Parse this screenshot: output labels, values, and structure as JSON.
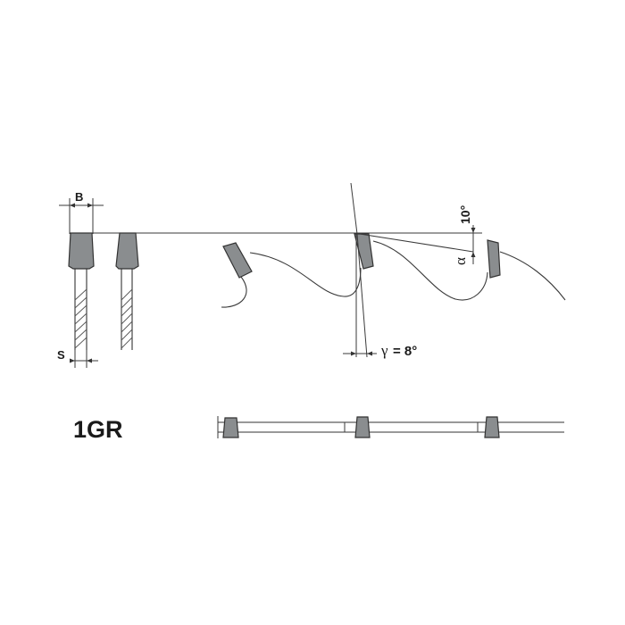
{
  "labels": {
    "width_B": "B",
    "kerf_S": "S",
    "profile_code": "1GR",
    "clearance_angle": "10°",
    "alpha_symbol": "α",
    "gamma_symbol": "γ",
    "rake_angle_value": "= 8°"
  },
  "colors": {
    "tooth_fill": "#8a8d8f",
    "line": "#333333",
    "background": "#ffffff"
  }
}
